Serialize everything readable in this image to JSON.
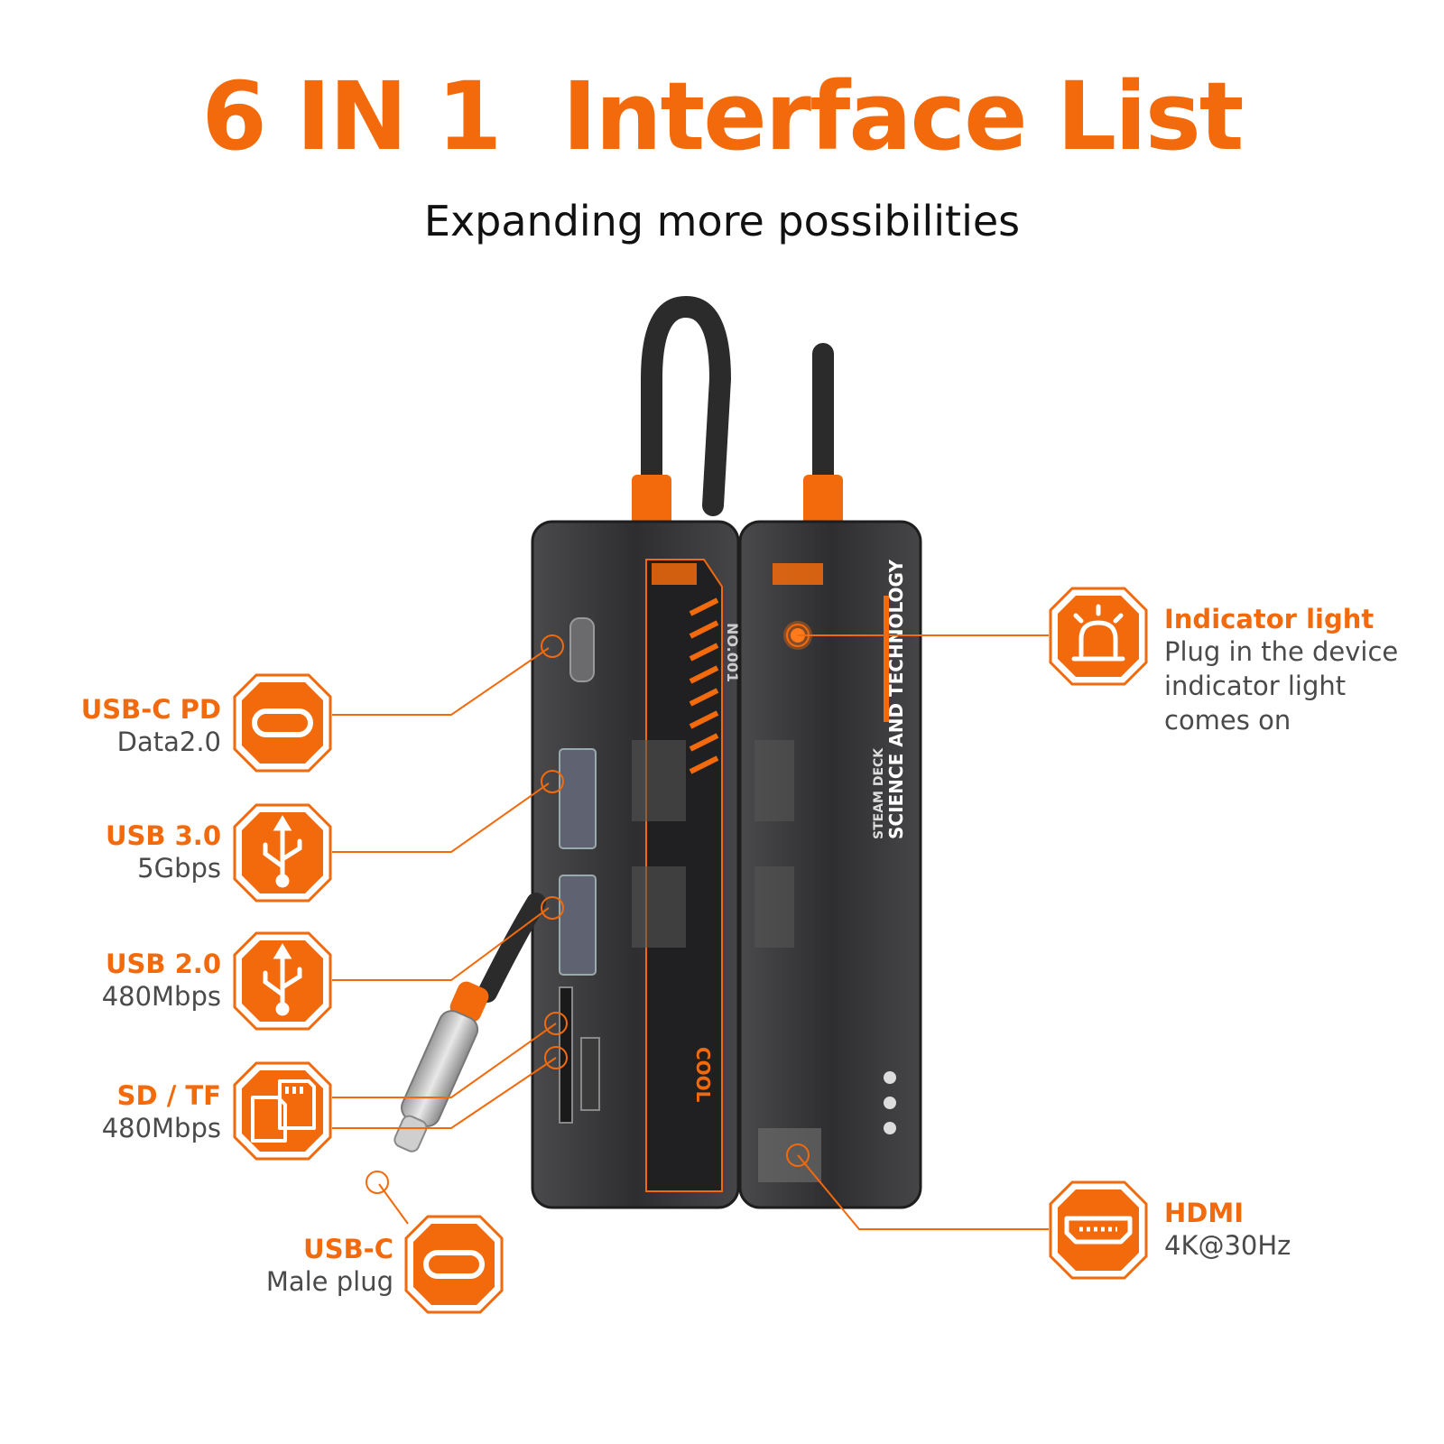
{
  "title": "6 IN 1  Interface List",
  "subtitle": "Expanding more possibilities",
  "colors": {
    "accent": "#f26a0c",
    "text": "#111111",
    "muted": "#4a4a4a",
    "device_body": "#3a3a3c",
    "cable": "#2b2b2b"
  },
  "device": {
    "print_no": "NO.001",
    "print_cool": "COOL",
    "print_brand": "STEAM DECK",
    "print_slogan": "SCIENCE AND TECHNOLOGY"
  },
  "interfaces": [
    {
      "id": "usb-c-pd",
      "name": "USB-C PD",
      "desc": "Data2.0",
      "icon": "usb-c-icon"
    },
    {
      "id": "usb-3",
      "name": "USB 3.0",
      "desc": "5Gbps",
      "icon": "usb-icon"
    },
    {
      "id": "usb-2",
      "name": "USB 2.0",
      "desc": "480Mbps",
      "icon": "usb-icon"
    },
    {
      "id": "sd-tf",
      "name": "SD / TF",
      "desc": "480Mbps",
      "icon": "sd-card-icon"
    },
    {
      "id": "usb-c-male",
      "name": "USB-C",
      "desc": "Male plug",
      "icon": "usb-c-icon"
    },
    {
      "id": "indicator",
      "name": "Indicator light",
      "desc_lines": [
        "Plug in the device",
        "indicator light",
        "comes on"
      ],
      "icon": "alarm-light-icon"
    },
    {
      "id": "hdmi",
      "name": "HDMI",
      "desc": "4K@30Hz",
      "icon": "hdmi-icon"
    }
  ]
}
